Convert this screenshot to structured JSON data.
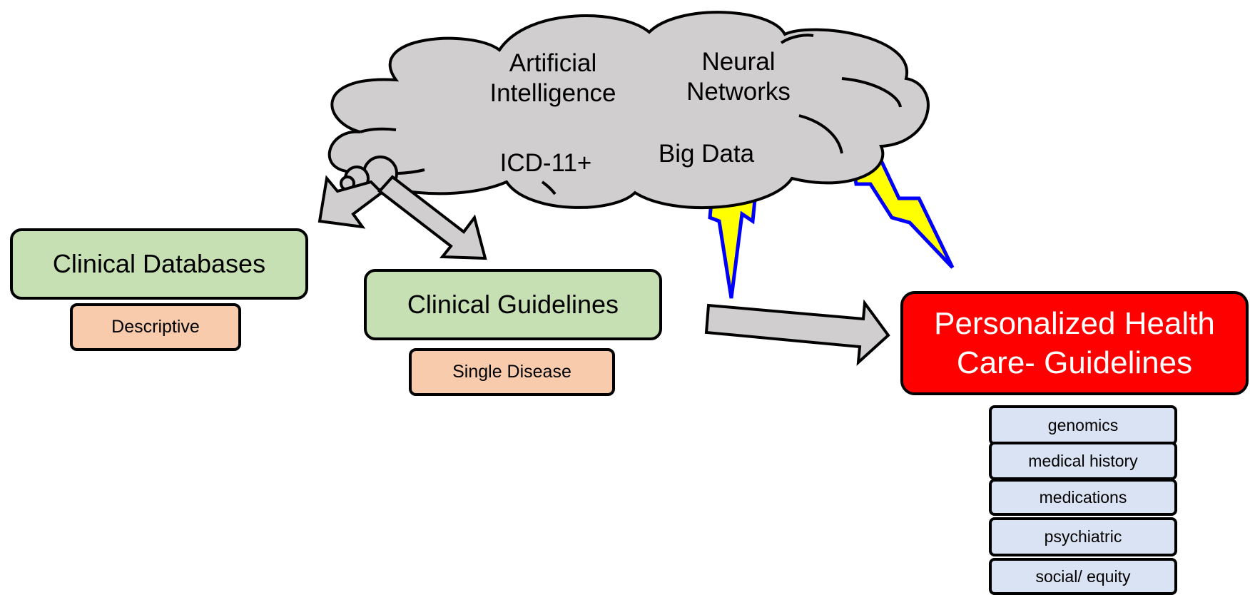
{
  "cloud": {
    "terms": [
      "Artificial Intelligence",
      "Neural Networks",
      "ICD-11+",
      "Big Data"
    ]
  },
  "boxes": {
    "clinical_databases": "Clinical Databases",
    "descriptive": "Descriptive",
    "clinical_guidelines": "Clinical Guidelines",
    "single_disease": "Single Disease",
    "personalized": "Personalized Health Care- Guidelines"
  },
  "factors": [
    "genomics",
    "medical history",
    "medications",
    "psychiatric",
    "social/ equity"
  ],
  "colors": {
    "cloud_fill": "#d0cece",
    "green_box": "#c6e0b4",
    "peach_box": "#f8cbad",
    "red_box": "#ff0000",
    "blue_box": "#dae3f3",
    "lightning_fill": "#ffff00",
    "lightning_stroke": "#0000ff",
    "arrow_fill": "#d0cece"
  },
  "icons": [
    "cloud-icon",
    "lightning-bolt-icon",
    "block-arrow-icon"
  ]
}
